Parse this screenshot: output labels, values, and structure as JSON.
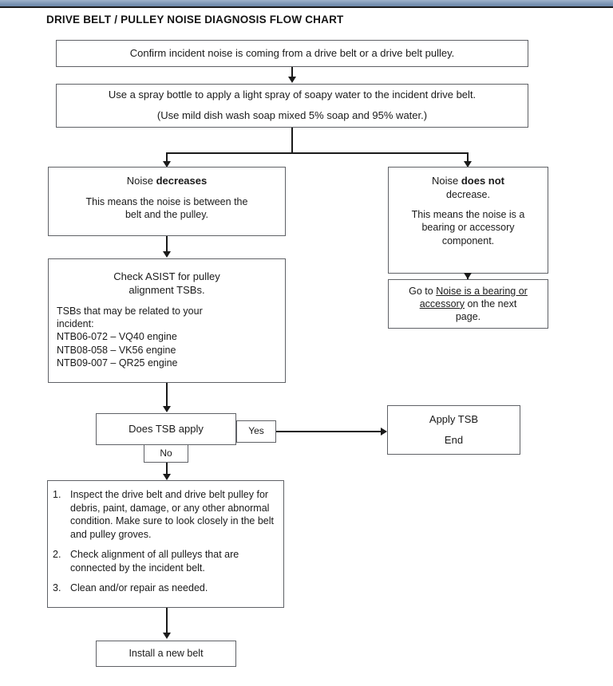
{
  "page": {
    "title": "DRIVE BELT / PULLEY NOISE DIAGNOSIS FLOW CHART",
    "accent_bar_color": "#7e97b6",
    "line_color": "#5f6166",
    "text_color": "#1a1a1a"
  },
  "nodes": {
    "confirm": {
      "text": "Confirm incident noise is coming from a drive belt or a drive belt pulley."
    },
    "spray": {
      "line1": "Use a spray bottle to apply a light spray of soapy water to the incident drive belt.",
      "line2": "(Use mild dish wash soap mixed 5% soap and 95% water.)"
    },
    "noise_decreases": {
      "heading_prefix": "Noise ",
      "heading_bold": "decreases",
      "body_line1": "This means the noise is between the",
      "body_line2": "belt and the pulley."
    },
    "noise_not_decrease": {
      "heading_prefix": "Noise ",
      "heading_bold": "does not",
      "heading_suffix": "decrease.",
      "body_line1": "This means the noise is a",
      "body_line2": "bearing or accessory",
      "body_line3": "component."
    },
    "go_to_next_page": {
      "prefix": "Go to ",
      "link_part1": "Noise is a bearing or",
      "link_part2": "accessory",
      "suffix": " on the next",
      "last_line": "page."
    },
    "check_asist": {
      "heading_line1": "Check ASIST for pulley",
      "heading_line2": "alignment TSBs.",
      "intro_line1": "TSBs that may be related to your",
      "intro_line2": "incident:",
      "tsbs": [
        "NTB06-072 – VQ40 engine",
        "NTB08-058 – VK56 engine",
        "NTB09-007 – QR25 engine"
      ]
    },
    "does_tsb_apply": {
      "text": "Does TSB apply"
    },
    "yes_label": {
      "text": "Yes"
    },
    "no_label": {
      "text": "No"
    },
    "apply_tsb": {
      "line1": "Apply TSB",
      "line2": "End"
    },
    "inspect_steps": {
      "items": [
        {
          "num": "1.",
          "text": "Inspect the drive belt and drive belt pulley for debris, paint, damage, or any other abnormal condition. Make sure to look closely in the belt and pulley groves."
        },
        {
          "num": "2.",
          "text": "Check alignment of all pulleys that are connected by the incident belt."
        },
        {
          "num": "3.",
          "text": "Clean and/or repair as needed."
        }
      ]
    },
    "install_belt": {
      "text": "Install a new belt"
    }
  }
}
